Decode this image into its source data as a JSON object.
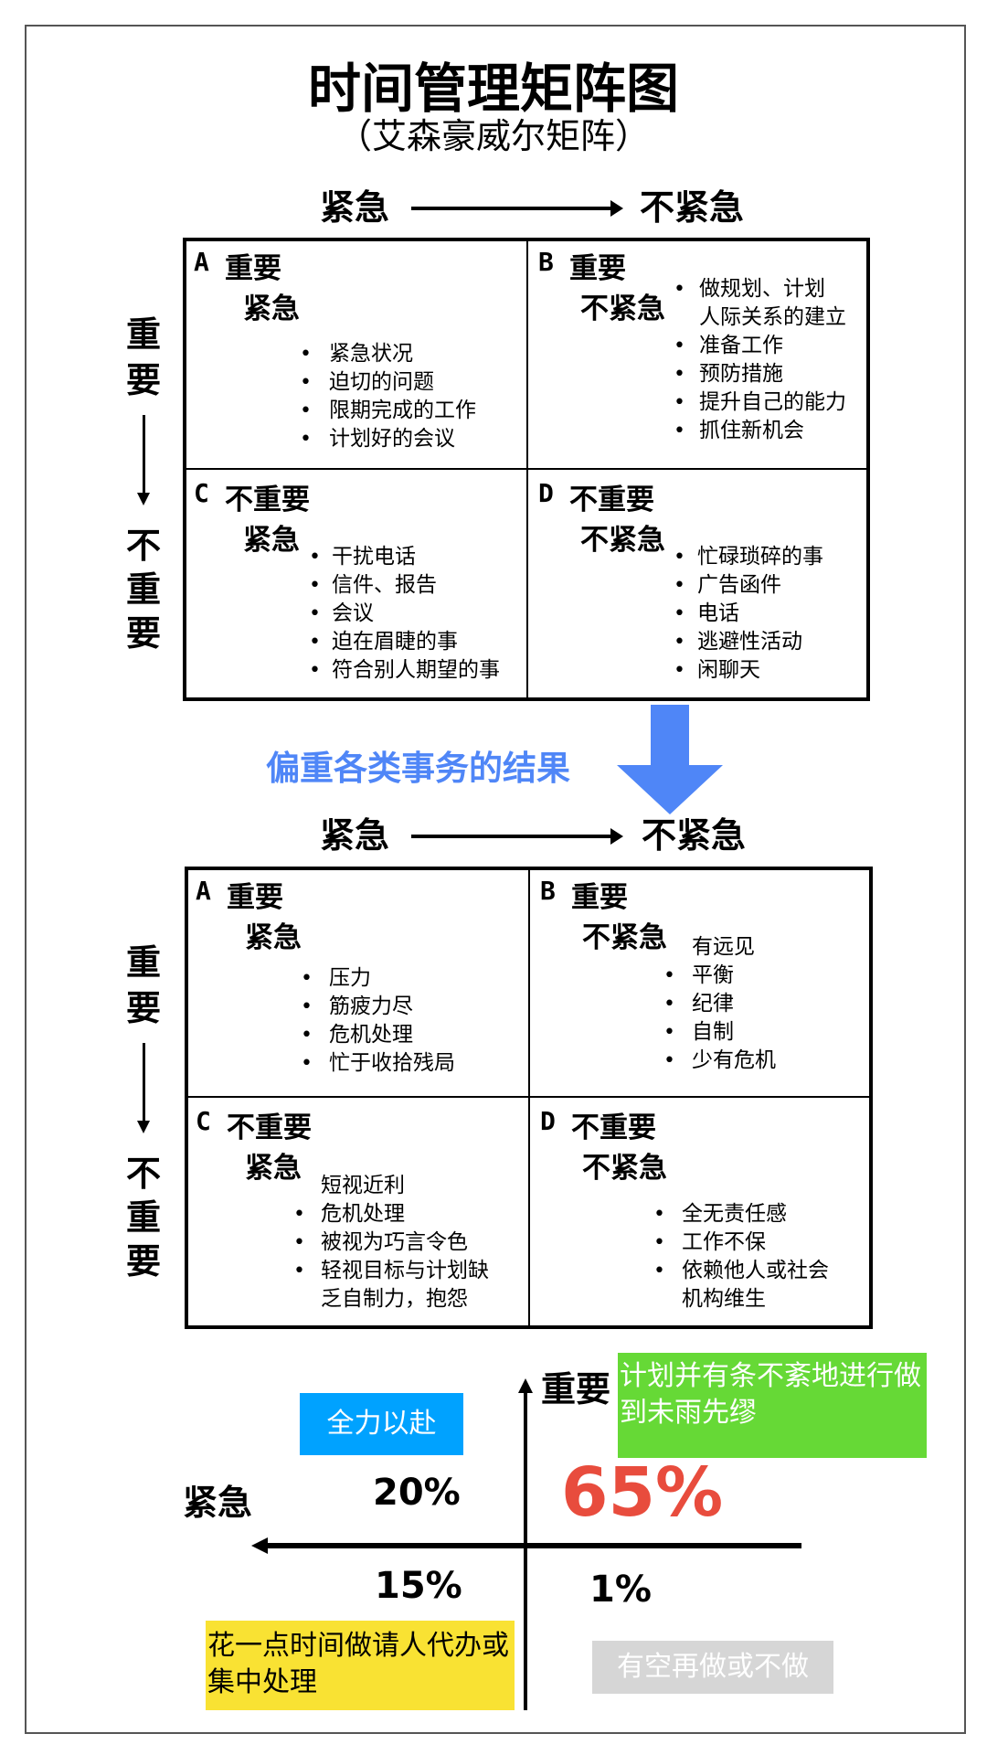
{
  "title": "时间管理矩阵图",
  "subtitle": "（艾森豪威尔矩阵）",
  "axis": {
    "urgent": "紧急",
    "not_urgent": "不紧急",
    "important_chars": [
      "重",
      "要"
    ],
    "not_important_chars": [
      "不",
      "重",
      "要"
    ]
  },
  "matrices": [
    {
      "quadrants": [
        {
          "letter": "A",
          "label1": "重要",
          "label2": "紧急",
          "items": [
            {
              "text": "紧急状况",
              "bullet": true
            },
            {
              "text": "迫切的问题",
              "bullet": true
            },
            {
              "text": "限期完成的工作",
              "bullet": true
            },
            {
              "text": "计划好的会议",
              "bullet": true
            }
          ]
        },
        {
          "letter": "B",
          "label1": "重要",
          "label2": "不紧急",
          "items": [
            {
              "text": "做规划、计划",
              "bullet": true
            },
            {
              "text": "人际关系的建立",
              "bullet": false
            },
            {
              "text": "准备工作",
              "bullet": true
            },
            {
              "text": "预防措施",
              "bullet": true
            },
            {
              "text": "提升自己的能力",
              "bullet": true
            },
            {
              "text": "抓住新机会",
              "bullet": true
            }
          ]
        },
        {
          "letter": "C",
          "label1": "不重要",
          "label2": "紧急",
          "items": [
            {
              "text": "干扰电话",
              "bullet": true
            },
            {
              "text": "信件、报告",
              "bullet": true
            },
            {
              "text": "会议",
              "bullet": true
            },
            {
              "text": "迫在眉睫的事",
              "bullet": true
            },
            {
              "text": "符合别人期望的事",
              "bullet": true
            }
          ]
        },
        {
          "letter": "D",
          "label1": "不重要",
          "label2": "不紧急",
          "items": [
            {
              "text": "忙碌琐碎的事",
              "bullet": true
            },
            {
              "text": "广告函件",
              "bullet": true
            },
            {
              "text": "电话",
              "bullet": true
            },
            {
              "text": "逃避性活动",
              "bullet": true
            },
            {
              "text": "闲聊天",
              "bullet": true
            }
          ]
        }
      ]
    },
    {
      "quadrants": [
        {
          "letter": "A",
          "label1": "重要",
          "label2": "紧急",
          "items": [
            {
              "text": "压力",
              "bullet": true
            },
            {
              "text": "筋疲力尽",
              "bullet": true
            },
            {
              "text": "危机处理",
              "bullet": true
            },
            {
              "text": "忙于收拾残局",
              "bullet": true
            }
          ]
        },
        {
          "letter": "B",
          "label1": "重要",
          "label2": "不紧急",
          "items": [
            {
              "text": "有远见",
              "bullet": false
            },
            {
              "text": "平衡",
              "bullet": true
            },
            {
              "text": "纪律",
              "bullet": true
            },
            {
              "text": "自制",
              "bullet": true
            },
            {
              "text": "少有危机",
              "bullet": true
            }
          ]
        },
        {
          "letter": "C",
          "label1": "不重要",
          "label2": "紧急",
          "items": [
            {
              "text": "短视近利",
              "bullet": false
            },
            {
              "text": "危机处理",
              "bullet": true
            },
            {
              "text": "被视为巧言令色",
              "bullet": true
            },
            {
              "text": "轻视目标与计划缺乏自制力，抱怨",
              "bullet": true
            }
          ]
        },
        {
          "letter": "D",
          "label1": "不重要",
          "label2": "不紧急",
          "items": [
            {
              "text": "全无责任感",
              "bullet": true
            },
            {
              "text": "工作不保",
              "bullet": true
            },
            {
              "text": "依赖他人或社会机构维生",
              "bullet": true
            }
          ]
        }
      ]
    }
  ],
  "result_label": "偏重各类事务的结果",
  "bottom": {
    "important": "重要",
    "urgent": "紧急",
    "q_important_not_urgent": {
      "pct": "65%",
      "note": "计划并有条不紊地进行做到未雨先缪"
    },
    "q_important_urgent": {
      "pct": "20%",
      "note": "全力以赴"
    },
    "q_not_important_urgent": {
      "pct": "15%",
      "note": "花一点时间做请人代办或集中处理"
    },
    "q_not_important_not_urgent": {
      "pct": "1%",
      "note": "有空再做或不做"
    }
  },
  "colors": {
    "blue_arrow": "#4f86f7",
    "green": "#66d936",
    "cyan": "#00a2ff",
    "yellow": "#f9e233",
    "gray": "#d6d6d6",
    "red": "#e84c3d"
  }
}
